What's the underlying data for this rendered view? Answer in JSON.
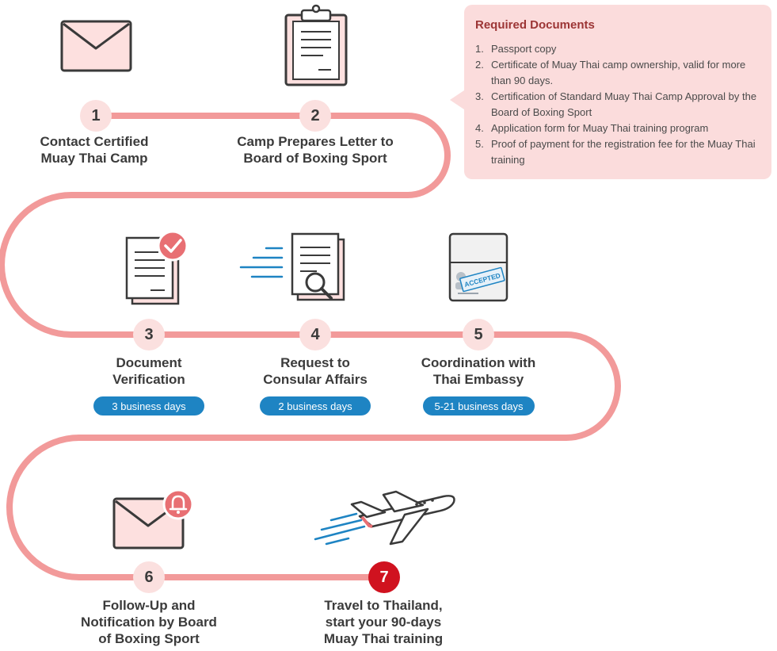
{
  "steps": [
    {
      "number": "1",
      "title": "Contact Certified\nMuay Thai Camp",
      "icon": "envelope-icon"
    },
    {
      "number": "2",
      "title": "Camp Prepares Letter to\nBoard of Boxing Sport",
      "icon": "clipboard-icon"
    },
    {
      "number": "3",
      "title": "Document\nVerification",
      "duration": "3 business days",
      "icon": "verified-document-icon"
    },
    {
      "number": "4",
      "title": "Request to\nConsular Affairs",
      "duration": "2 business days",
      "icon": "document-search-icon"
    },
    {
      "number": "5",
      "title": "Coordination with\nThai Embassy",
      "duration": "5-21 business days",
      "icon": "accepted-passport-icon",
      "stamp_text": "ACCEPTED"
    },
    {
      "number": "6",
      "title": "Follow-Up and\nNotification by Board\nof Boxing Sport",
      "icon": "envelope-bell-icon"
    },
    {
      "number": "7",
      "title": "Travel to Thailand,\nstart your 90-days\nMuay Thai training",
      "icon": "airplane-icon"
    }
  ],
  "required_documents": {
    "title": "Required Documents",
    "items": [
      {
        "num": "1.",
        "text": "Passport copy"
      },
      {
        "num": "2.",
        "text": "Certificate of Muay Thai camp ownership, valid for more than 90 days."
      },
      {
        "num": "3.",
        "text": "Certification of Standard Muay Thai Camp Approval by the Board of Boxing Sport"
      },
      {
        "num": "4.",
        "text": "Application form for Muay Thai training program"
      },
      {
        "num": "5.",
        "text": "Proof of payment for the registration fee for the Muay Thai training"
      }
    ]
  },
  "colors": {
    "track": "#f29a9a",
    "step_circle": "#fbe0df",
    "final_step": "#d0121f",
    "duration_badge": "#1e84c3",
    "docs_box": "#fbdcdc",
    "docs_title": "#9c3535"
  }
}
